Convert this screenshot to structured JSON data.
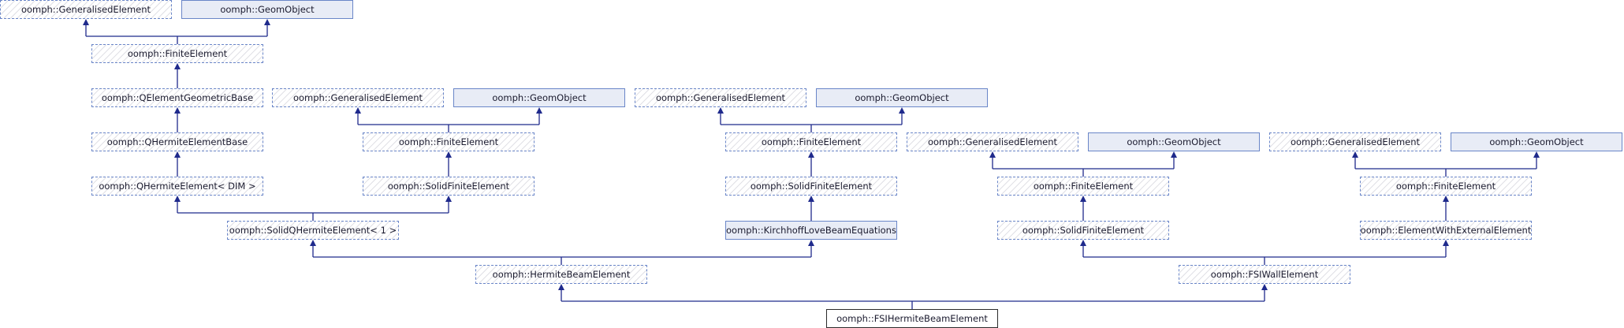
{
  "diagram": {
    "title": "",
    "nodes": [
      {
        "id": "n1",
        "label": "oomph::GeneralisedElement",
        "style": "ext"
      },
      {
        "id": "n2",
        "label": "oomph::GeomObject",
        "style": "doc"
      },
      {
        "id": "n3",
        "label": "oomph::FiniteElement",
        "style": "ext"
      },
      {
        "id": "n4",
        "label": "oomph::QElementGeometricBase",
        "style": "ext"
      },
      {
        "id": "n5",
        "label": "oomph::QHermiteElementBase",
        "style": "ext"
      },
      {
        "id": "n6",
        "label": "oomph::QHermiteElement< DIM >",
        "style": "ext"
      },
      {
        "id": "n7",
        "label": "oomph::GeneralisedElement",
        "style": "ext"
      },
      {
        "id": "n8",
        "label": "oomph::GeomObject",
        "style": "doc"
      },
      {
        "id": "n9",
        "label": "oomph::FiniteElement",
        "style": "ext"
      },
      {
        "id": "n10",
        "label": "oomph::SolidFiniteElement",
        "style": "ext"
      },
      {
        "id": "n11",
        "label": "oomph::SolidQHermiteElement< 1 >",
        "style": "ext"
      },
      {
        "id": "n12",
        "label": "oomph::GeneralisedElement",
        "style": "ext"
      },
      {
        "id": "n13",
        "label": "oomph::GeomObject",
        "style": "doc"
      },
      {
        "id": "n14",
        "label": "oomph::FiniteElement",
        "style": "ext"
      },
      {
        "id": "n15",
        "label": "oomph::SolidFiniteElement",
        "style": "ext"
      },
      {
        "id": "n16",
        "label": "oomph::KirchhoffLoveBeamEquations",
        "style": "doc"
      },
      {
        "id": "n17",
        "label": "oomph::HermiteBeamElement",
        "style": "ext"
      },
      {
        "id": "n18",
        "label": "oomph::GeneralisedElement",
        "style": "ext"
      },
      {
        "id": "n19",
        "label": "oomph::GeomObject",
        "style": "doc"
      },
      {
        "id": "n20",
        "label": "oomph::FiniteElement",
        "style": "ext"
      },
      {
        "id": "n21",
        "label": "oomph::SolidFiniteElement",
        "style": "ext"
      },
      {
        "id": "n22",
        "label": "oomph::GeneralisedElement",
        "style": "ext"
      },
      {
        "id": "n23",
        "label": "oomph::GeomObject",
        "style": "doc"
      },
      {
        "id": "n24",
        "label": "oomph::FiniteElement",
        "style": "ext"
      },
      {
        "id": "n25",
        "label": "oomph::ElementWithExternalElement",
        "style": "ext"
      },
      {
        "id": "n26",
        "label": "oomph::FSIWallElement",
        "style": "ext"
      },
      {
        "id": "n27",
        "label": "oomph::FSIHermiteBeamElement",
        "style": "target"
      }
    ],
    "edges": [
      {
        "from": "n3",
        "to": [
          "n1",
          "n2"
        ]
      },
      {
        "from": "n4",
        "to": [
          "n3"
        ]
      },
      {
        "from": "n5",
        "to": [
          "n4"
        ]
      },
      {
        "from": "n6",
        "to": [
          "n5"
        ]
      },
      {
        "from": "n9",
        "to": [
          "n7",
          "n8"
        ]
      },
      {
        "from": "n10",
        "to": [
          "n9"
        ]
      },
      {
        "from": "n11",
        "to": [
          "n6",
          "n10"
        ]
      },
      {
        "from": "n14",
        "to": [
          "n12",
          "n13"
        ]
      },
      {
        "from": "n15",
        "to": [
          "n14"
        ]
      },
      {
        "from": "n16",
        "to": [
          "n15"
        ]
      },
      {
        "from": "n17",
        "to": [
          "n11",
          "n16"
        ]
      },
      {
        "from": "n20",
        "to": [
          "n18",
          "n19"
        ]
      },
      {
        "from": "n21",
        "to": [
          "n20"
        ]
      },
      {
        "from": "n24",
        "to": [
          "n22",
          "n23"
        ]
      },
      {
        "from": "n25",
        "to": [
          "n24"
        ]
      },
      {
        "from": "n26",
        "to": [
          "n21",
          "n25"
        ]
      },
      {
        "from": "n27",
        "to": [
          "n17",
          "n26"
        ]
      }
    ],
    "colors": {
      "edge": "#1f2a8c",
      "node_border": "#6a86c8",
      "doc_fill": "#e8ecf6",
      "target_border": "#2b2b2b"
    }
  }
}
